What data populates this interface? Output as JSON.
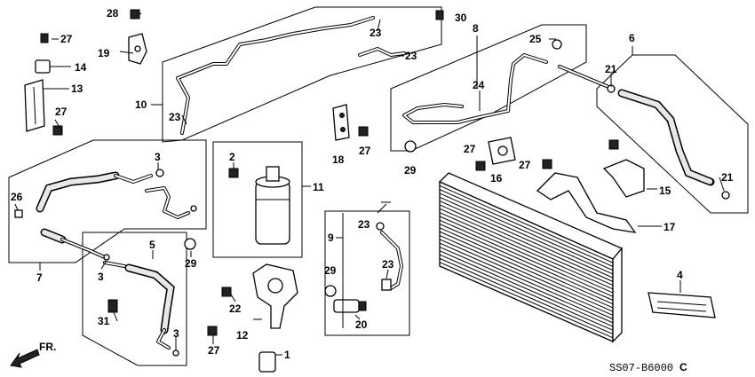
{
  "diagram": {
    "callouts": [
      {
        "id": "c28",
        "text": "28"
      },
      {
        "id": "c30",
        "text": "30"
      },
      {
        "id": "c8",
        "text": "8"
      },
      {
        "id": "c27a",
        "text": "27"
      },
      {
        "id": "c14",
        "text": "14"
      },
      {
        "id": "c19",
        "text": "19"
      },
      {
        "id": "c13",
        "text": "13"
      },
      {
        "id": "c27b",
        "text": "27"
      },
      {
        "id": "c10",
        "text": "10"
      },
      {
        "id": "c23a",
        "text": "23"
      },
      {
        "id": "c23b",
        "text": "23"
      },
      {
        "id": "c23c",
        "text": "23"
      },
      {
        "id": "c25",
        "text": "25"
      },
      {
        "id": "c6",
        "text": "6"
      },
      {
        "id": "c21a",
        "text": "21"
      },
      {
        "id": "c24",
        "text": "24"
      },
      {
        "id": "c18",
        "text": "18"
      },
      {
        "id": "c27c",
        "text": "27"
      },
      {
        "id": "c29a",
        "text": "29"
      },
      {
        "id": "c27d",
        "text": "27"
      },
      {
        "id": "c16",
        "text": "16"
      },
      {
        "id": "c27e",
        "text": "27"
      },
      {
        "id": "c15",
        "text": "15"
      },
      {
        "id": "c21b",
        "text": "21"
      },
      {
        "id": "c17",
        "text": "17"
      },
      {
        "id": "c3a",
        "text": "3"
      },
      {
        "id": "c2",
        "text": "2"
      },
      {
        "id": "c11",
        "text": "11"
      },
      {
        "id": "c26",
        "text": "26"
      },
      {
        "id": "c29b",
        "text": "29"
      },
      {
        "id": "c9",
        "text": "9"
      },
      {
        "id": "c23d",
        "text": "23"
      },
      {
        "id": "c5",
        "text": "5"
      },
      {
        "id": "c7",
        "text": "7"
      },
      {
        "id": "c3b",
        "text": "3"
      },
      {
        "id": "c29c",
        "text": "29"
      },
      {
        "id": "c23e",
        "text": "23"
      },
      {
        "id": "c4",
        "text": "4"
      },
      {
        "id": "c22",
        "text": "22"
      },
      {
        "id": "c31",
        "text": "31"
      },
      {
        "id": "c12",
        "text": "12"
      },
      {
        "id": "c20",
        "text": "20"
      },
      {
        "id": "c3c",
        "text": "3"
      },
      {
        "id": "c27f",
        "text": "27"
      },
      {
        "id": "c1",
        "text": "1"
      }
    ],
    "direction_label": "FR.",
    "diagram_code": "SS07-B6000",
    "diagram_code_suffix": "C"
  }
}
